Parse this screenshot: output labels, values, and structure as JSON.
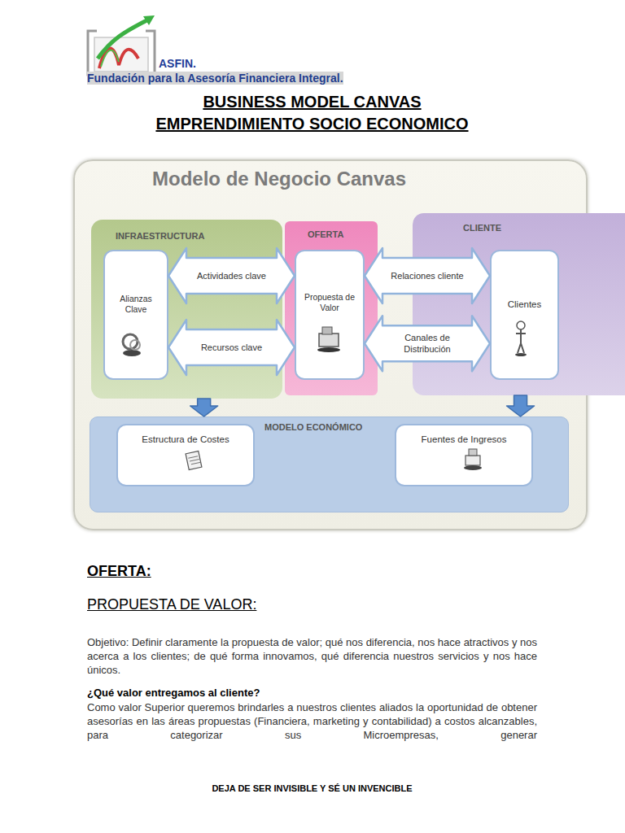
{
  "diagram": {
    "title": "BUSINESS MODEL CANVAS",
    "nodes": [
      {
        "text": [
          "Modelo de Negocio Canvas"
        ]
      },
      {
        "text": [
          "INFRAESTRUCTURA"
        ],
        "in": 0
      },
      {
        "text": [
          "Alianzas Clave"
        ],
        "in": 1
      },
      {
        "text": [
          "OFERTA"
        ],
        "in": 0
      },
      {
        "text": [
          "Propuesta de Valor"
        ],
        "in": 3
      },
      {
        "text": [
          "CLIENTE"
        ],
        "in": 0
      },
      {
        "text": [
          "Clientes"
        ],
        "in": 5
      },
      {
        "text": [
          "MODELO ECONÓMICO"
        ],
        "in": 0
      },
      {
        "text": [
          "Estructura de Costes"
        ],
        "in": 7
      },
      {
        "text": [
          "Fuentes de Ingresos"
        ],
        "in": 7
      }
    ],
    "edges": [
      {
        "from": 2,
        "to": 4,
        "label": "Actividades clave",
        "arrow": "both"
      },
      {
        "from": 2,
        "to": 4,
        "label": "Recursos clave",
        "arrow": "both"
      },
      {
        "from": 4,
        "to": 6,
        "label": "Relaciones cliente",
        "arrow": "both"
      },
      {
        "from": 4,
        "to": 6,
        "label": "Canales de Distribución",
        "arrow": "both"
      },
      {
        "from": 1,
        "to": 7,
        "arrow": "to"
      },
      {
        "from": 5,
        "to": 7,
        "arrow": "to"
      }
    ],
    "labels": [
      "ASFIN.",
      "Fundación para la Asesoría Financiera Integral.",
      "EMPRENDIMIENTO SOCIO ECONOMICO",
      "OFERTA:",
      "PROPUESTA DE VALOR:",
      "Objetivo: Definir claramente la propuesta de valor; qué nos diferencia, nos hace atractivos y nos acerca a los clientes; de qué forma innovamos, qué diferencia nuestros servicios y nos hace únicos.",
      "¿Qué valor entregamos al cliente?",
      "Como valor Superior queremos brindarles a nuestros clientes aliados la oportunidad de obtener asesorías en las áreas propuestas (Financiera, marketing y contabilidad) a costos alcanzables, para categorizar sus Microempresas, generar",
      "DEJA DE SER INVISIBLE Y SÉ UN INVENCIBLE"
    ]
  }
}
